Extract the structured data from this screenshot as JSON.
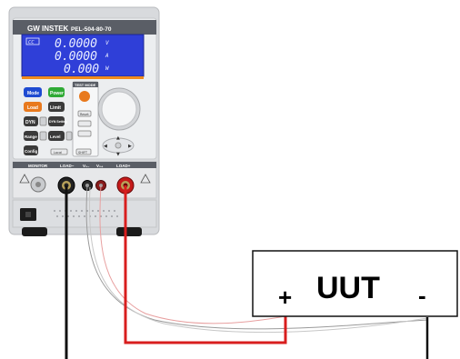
{
  "instrument": {
    "brand": "GW INSTEK",
    "model": "PEL-504-80-70",
    "lcd_badge": "CC",
    "readouts": [
      {
        "value": "0.0000",
        "unit": "V"
      },
      {
        "value": "0.0000",
        "unit": "A"
      },
      {
        "value": "0.000",
        "unit": "W"
      }
    ],
    "buttons": {
      "mode": "Mode",
      "power": "Power",
      "load": "Load",
      "limit": "Limit",
      "dyn": "DYN",
      "dyn_setting": "DYN Setting",
      "range": "Range",
      "level": "Level",
      "config": "Config",
      "test_mode": "TEST MODE",
      "reset": "Reset",
      "shift": "SHIFT",
      "local": "Local"
    },
    "terminals": {
      "monitor": "MONITOR",
      "load_neg": "LOAD−",
      "v_neg": "V₀₋",
      "v_pos": "V₀₊",
      "load_pos": "LOAD+"
    }
  },
  "uut": {
    "label": "UUT",
    "plus": "+",
    "minus": "-"
  },
  "colors": {
    "lcd": "#2f3fd8",
    "red_wire": "#d81e1e",
    "black_wire": "#111111",
    "sense_wire": "#b8b8b8"
  }
}
